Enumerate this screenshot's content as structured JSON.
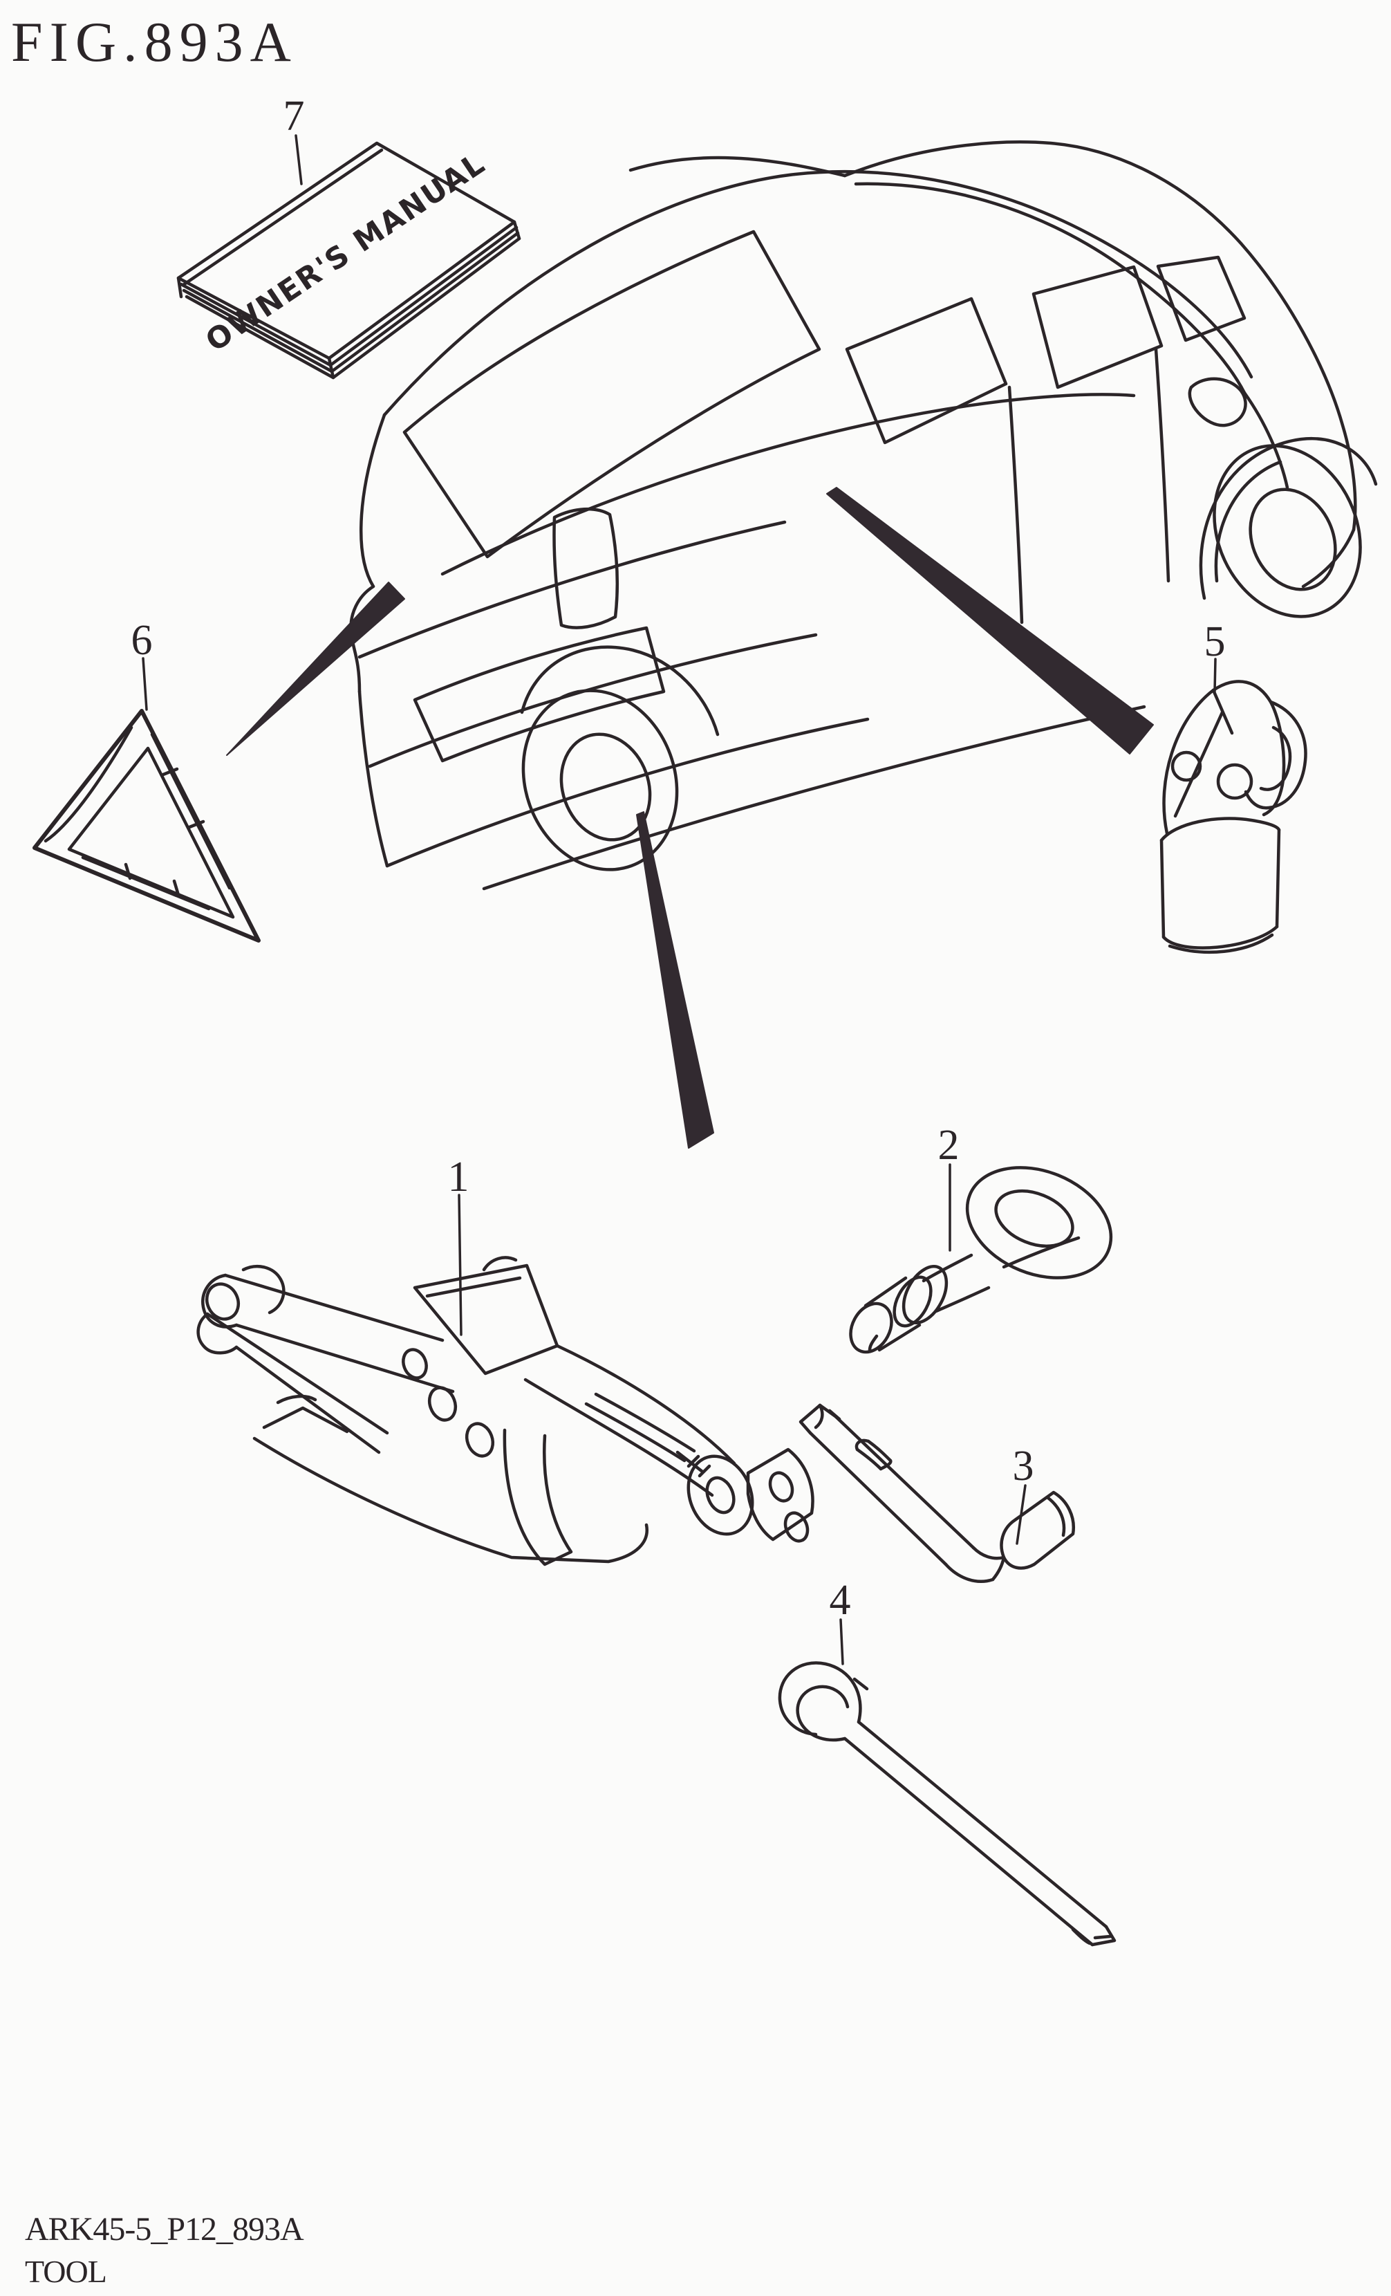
{
  "page": {
    "title": "FIG.893A",
    "footer_code": "ARK45-5_P12_893A",
    "footer_label": "TOOL"
  },
  "colors": {
    "ink": "#2b2528",
    "background": "#fbfbfa"
  },
  "diagram": {
    "vehicle": "minivan rear three-quarter line drawing",
    "callouts": [
      {
        "ref": "1",
        "part": "jack"
      },
      {
        "ref": "2",
        "part": "towing-hook"
      },
      {
        "ref": "3",
        "part": "wheel-nut-wrench"
      },
      {
        "ref": "4",
        "part": "jack-handle-bar"
      },
      {
        "ref": "5",
        "part": "tire-sealant-bottle"
      },
      {
        "ref": "6",
        "part": "warning-triangle"
      },
      {
        "ref": "7",
        "part": "owners-manual",
        "cover_text": "OWNER'S MANUAL"
      }
    ]
  }
}
